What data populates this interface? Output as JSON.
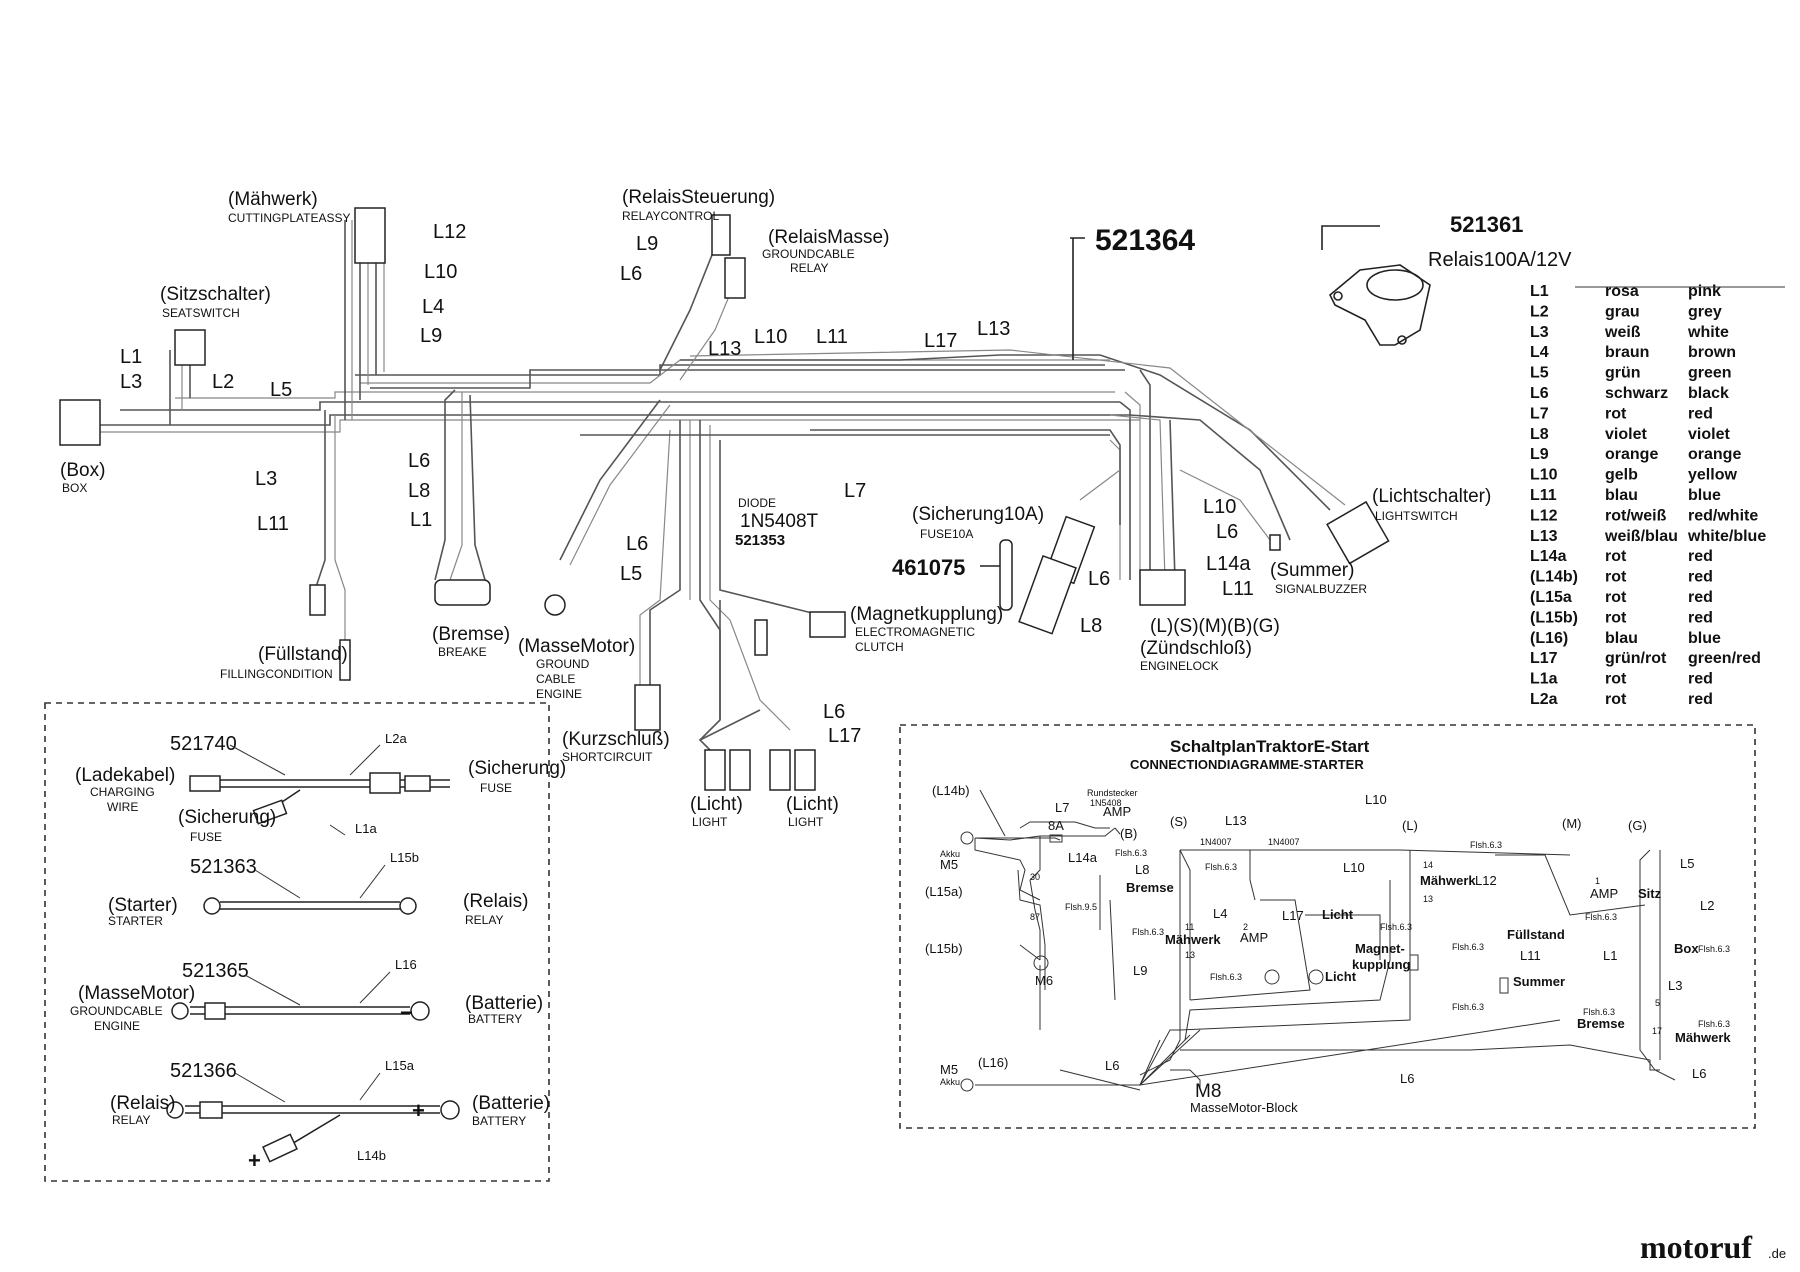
{
  "harness": {
    "part_number": "521364",
    "components": {
      "cutting_de": "(Mähwerk)",
      "cutting_en": "CUTTINGPLATEASSY",
      "seat_de": "(Sitzschalter)",
      "seat_en": "SEATSWITCH",
      "box_de": "(Box)",
      "box_en": "BOX",
      "fill_de": "(Füllstand)",
      "fill_en": "FILLINGCONDITION",
      "brake_de": "(Bremse)",
      "brake_en": "BREAKE",
      "relayctl_de": "(RelaisSteuerung)",
      "relayctl_en": "RELAYCONTROL",
      "relaygnd_de": "(RelaisMasse)",
      "relaygnd_en1": "GROUNDCABLE",
      "relaygnd_en2": "RELAY",
      "motorgnd_de": "(MasseMotor)",
      "motorgnd_en1": "GROUND",
      "motorgnd_en2": "CABLE",
      "motorgnd_en3": "ENGINE",
      "diode_1": "DIODE",
      "diode_2": "1N5408T",
      "diode_pn": "521353",
      "short_de": "(Kurzschluß)",
      "short_en": "SHORTCIRCUIT",
      "light1_de": "(Licht)",
      "light1_en": "LIGHT",
      "light2_de": "(Licht)",
      "light2_en": "LIGHT",
      "clutch_de": "(Magnetkupplung)",
      "clutch_en1": "ELECTROMAGNETIC",
      "clutch_en2": "CLUTCH",
      "fuse_de": "(Sicherung10A)",
      "fuse_en": "FUSE10A",
      "fuse_pn": "461075",
      "ignition_de1": "(L)(S)(M)(B)(G)",
      "ignition_de2": "(Zündschloß)",
      "ignition_en": "ENGINELOCK",
      "buzzer_de": "(Summer)",
      "buzzer_en": "SIGNALBUZZER",
      "lightsw_de": "(Lichtschalter)",
      "lightsw_en": "LIGHTSWITCH"
    },
    "wire_labels": {
      "a": "L12",
      "b": "L10",
      "c": "L4",
      "d": "L9",
      "e": "L1",
      "f": "L3",
      "g": "L2",
      "h": "L5",
      "i": "L3",
      "j": "L11",
      "k": "L6",
      "l": "L8",
      "m": "L1",
      "n": "L9",
      "o": "L6",
      "p": "L13",
      "q": "L10",
      "r": "L11",
      "s": "L17",
      "t": "L13",
      "u": "L7",
      "v": "L6",
      "w": "L5",
      "x": "L6",
      "y": "L17",
      "z": "L10",
      "aa": "L6",
      "ab": "L14a",
      "ac": "L11",
      "ad": "L6",
      "ae": "L8"
    }
  },
  "relay": {
    "part_number": "521361",
    "label": "Relais100A/12V"
  },
  "legend": [
    {
      "code": "L1",
      "de": "rosa",
      "en": "pink"
    },
    {
      "code": "L2",
      "de": "grau",
      "en": "grey"
    },
    {
      "code": "L3",
      "de": "weiß",
      "en": "white"
    },
    {
      "code": "L4",
      "de": "braun",
      "en": "brown"
    },
    {
      "code": "L5",
      "de": "grün",
      "en": "green"
    },
    {
      "code": "L6",
      "de": "schwarz",
      "en": "black"
    },
    {
      "code": "L7",
      "de": "rot",
      "en": "red"
    },
    {
      "code": "L8",
      "de": "violet",
      "en": "violet"
    },
    {
      "code": "L9",
      "de": "orange",
      "en": "orange"
    },
    {
      "code": "L10",
      "de": "gelb",
      "en": "yellow"
    },
    {
      "code": "L11",
      "de": "blau",
      "en": "blue"
    },
    {
      "code": "L12",
      "de": "rot/weiß",
      "en": "red/white"
    },
    {
      "code": "L13",
      "de": "weiß/blau",
      "en": "white/blue"
    },
    {
      "code": "L14a",
      "de": "rot",
      "en": "red"
    },
    {
      "code": "(L14b)",
      "de": "rot",
      "en": "red"
    },
    {
      "code": "(L15a",
      "de": "rot",
      "en": "red"
    },
    {
      "code": "(L15b)",
      "de": "rot",
      "en": "red"
    },
    {
      "code": "(L16)",
      "de": "blau",
      "en": "blue"
    },
    {
      "code": "L17",
      "de": "grün/rot",
      "en": "green/red"
    },
    {
      "code": "L1a",
      "de": "rot",
      "en": "red"
    },
    {
      "code": "L2a",
      "de": "rot",
      "en": "red"
    }
  ],
  "cables": {
    "c1_pn": "521740",
    "c1_wire_a": "L2a",
    "c1_wire_b": "L1a",
    "c1_left_de": "(Ladekabel)",
    "c1_left_en1": "CHARGING",
    "c1_left_en2": "WIRE",
    "c1_right_de": "(Sicherung)",
    "c1_right_en": "FUSE",
    "c1_mid_de": "(Sicherung)",
    "c1_mid_en": "FUSE",
    "c2_pn": "521363",
    "c2_wire": "L15b",
    "c2_left_de": "(Starter)",
    "c2_left_en": "STARTER",
    "c2_right_de": "(Relais)",
    "c2_right_en": "RELAY",
    "c3_pn": "521365",
    "c3_wire": "L16",
    "c3_left_de": "(MasseMotor)",
    "c3_left_en1": "GROUNDCABLE",
    "c3_left_en2": "ENGINE",
    "c3_right_de": "(Batterie)",
    "c3_right_en": "BATTERY",
    "c3_sign": "−",
    "c4_pn": "521366",
    "c4_wire_a": "L15a",
    "c4_wire_b": "L14b",
    "c4_left_de": "(Relais)",
    "c4_left_en": "RELAY",
    "c4_right_de": "(Batterie)",
    "c4_right_en": "BATTERY",
    "c4_sign_a": "+",
    "c4_sign_b": "+"
  },
  "schematic": {
    "title": "SchaltplanTraktorE-Start",
    "subtitle": "CONNECTIONDIAGRAMME-STARTER",
    "l14b": "(L14b)",
    "akku1": "Akku",
    "m5_1": "M5",
    "l15a": "(L15a)",
    "l15b": "(L15b)",
    "m6": "M6",
    "n30": "30",
    "n87": "87",
    "flsh95": "Flsh.9.5",
    "l7": "L7",
    "f8a": "8A",
    "rund1": "Rundstecker",
    "rund2": "1N5408",
    "amp1": "AMP",
    "b": "(B)",
    "l14a": "L14a",
    "flsh63a": "Flsh.6.3",
    "s": "(S)",
    "l8": "L8",
    "flsh63b": "Flsh.6.3",
    "bremse": "Bremse",
    "l4": "L4",
    "flsh63c": "Flsh.6.3",
    "n11": "11",
    "maehwerk1": "Mähwerk",
    "n13a": "13",
    "n2": "2",
    "amp2": "AMP",
    "l9": "L9",
    "flsh63d": "Flsh.6.3",
    "l13": "L13",
    "d1": "1N4007",
    "d2": "1N4007",
    "l10a": "L10",
    "l": "(L)",
    "l10b": "L10",
    "flsh63e": "Flsh.6.3",
    "n14": "14",
    "maehwerk2": "Mähwerk",
    "l12": "L12",
    "n13b": "13",
    "l17": "L17",
    "licht1": "Licht",
    "flsh63f": "Flsh.6.3",
    "magnet1": "Magnet-",
    "magnet2": "kupplung",
    "licht2": "Licht",
    "m": "(M)",
    "fuellstand": "Füllstand",
    "flsh63g": "Flsh.6.3",
    "l11": "L11",
    "summer": "Summer",
    "flsh63h": "Flsh.6.3",
    "g": "(G)",
    "l5": "L5",
    "n1": "1",
    "amp3": "AMP",
    "sitz": "Sitz",
    "flsh63i": "Flsh.6.3",
    "l2": "L2",
    "l1": "L1",
    "box": "Box",
    "flsh63j": "Flsh.6.3",
    "l3": "L3",
    "flsh63k": "Flsh.6.3",
    "n5": "5",
    "bremse2": "Bremse",
    "flsh63l": "Flsh.6.3",
    "n17": "17",
    "maehwerk3": "Mähwerk",
    "l6c": "L6",
    "m5_2": "M5",
    "akku2": "Akku",
    "l16": "(L16)",
    "l6a": "L6",
    "m8": "M8",
    "massemotor": "MasseMotor-Block",
    "l6b": "L6"
  },
  "brand": {
    "name": "motoruf",
    "tld": ".de"
  }
}
